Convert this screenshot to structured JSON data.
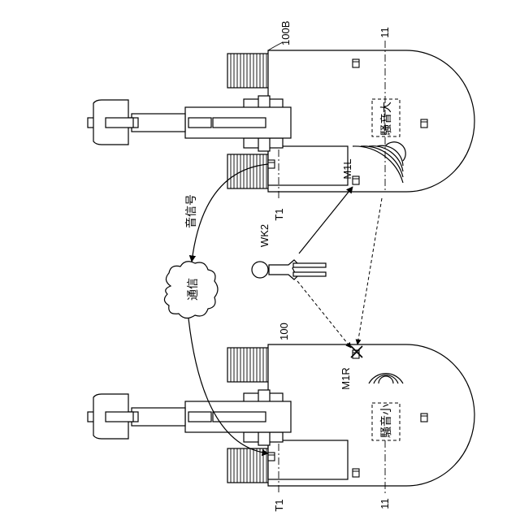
{
  "labels": {
    "machine_b": "100B",
    "machine_a": "100",
    "ref_11_top": "11",
    "ref_11_bottom": "11",
    "t1_top": "T1",
    "t1_bottom": "T1",
    "m1l": "M1L",
    "m1r": "M1R",
    "worker": "WK2",
    "sound_signal": "音信号",
    "communication": "通信",
    "noise_loud": "騒音大",
    "noise_quiet": "騒音小"
  }
}
